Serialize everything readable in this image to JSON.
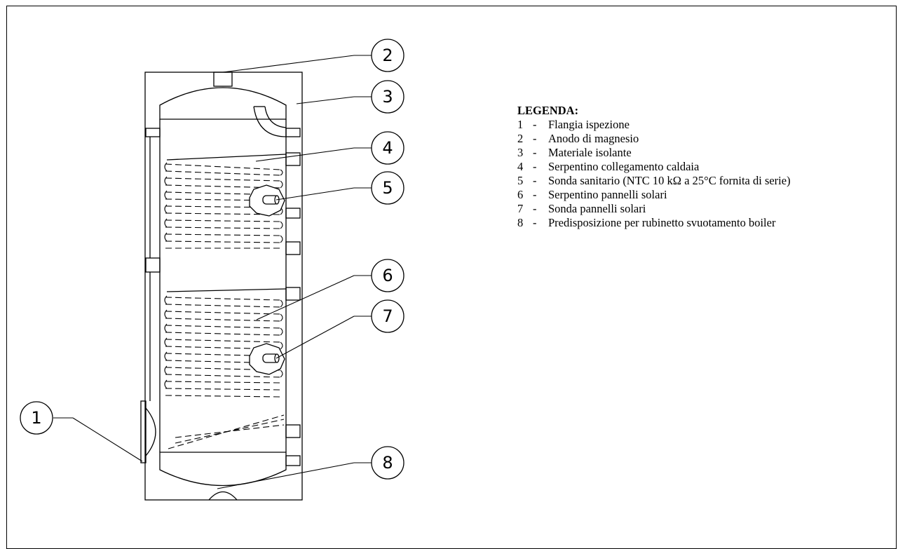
{
  "callouts": [
    {
      "num": "1"
    },
    {
      "num": "2"
    },
    {
      "num": "3"
    },
    {
      "num": "4"
    },
    {
      "num": "5"
    },
    {
      "num": "6"
    },
    {
      "num": "7"
    },
    {
      "num": "8"
    }
  ],
  "legend": {
    "title": "LEGENDA:",
    "items": [
      {
        "num": "1",
        "dash": "-",
        "text": "Flangia ispezione"
      },
      {
        "num": "2",
        "dash": "-",
        "text": "Anodo di magnesio"
      },
      {
        "num": "3",
        "dash": "-",
        "text": "Materiale isolante"
      },
      {
        "num": "4",
        "dash": "-",
        "text": "Serpentino collegamento caldaia"
      },
      {
        "num": "5",
        "dash": "-",
        "text": "Sonda sanitario (NTC 10 kΩ a 25°C fornita di serie)"
      },
      {
        "num": "6",
        "dash": "-",
        "text": "Serpentino pannelli solari"
      },
      {
        "num": "7",
        "dash": "-",
        "text": "Sonda pannelli solari"
      },
      {
        "num": "8",
        "dash": "-",
        "text": "Predisposizione per rubinetto svuotamento boiler"
      }
    ]
  },
  "colors": {
    "line": "#000000",
    "background": "#ffffff"
  }
}
